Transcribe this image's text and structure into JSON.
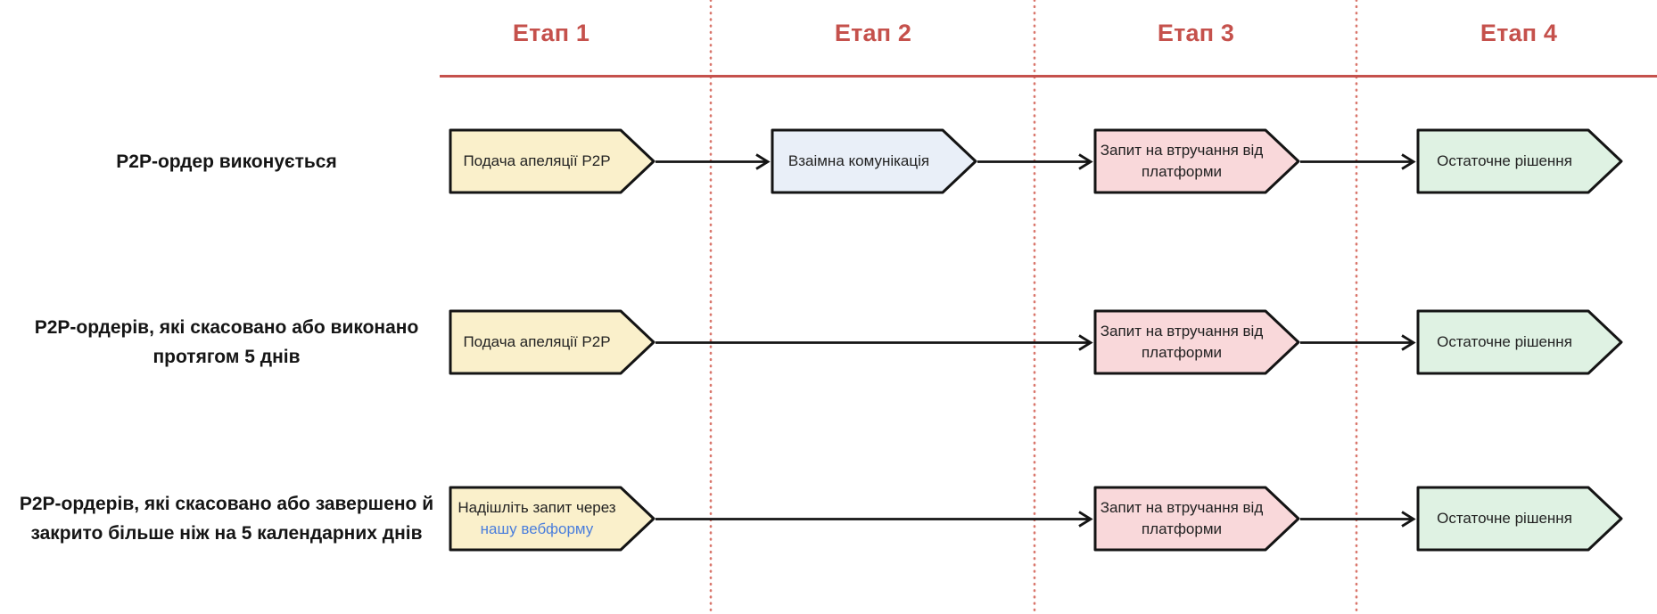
{
  "colors": {
    "stage_red": "#c5514c",
    "divider_red": "#d9766c",
    "yellow_fill": "#faf0cb",
    "blue_fill": "#e9eff8",
    "pink_fill": "#f9d8da",
    "green_fill": "#dff2e3",
    "outline_black": "#141414",
    "link_blue": "#4a7edc",
    "label_black": "#151515",
    "box_text": "#222222"
  },
  "stages": [
    {
      "label": "Етап 1"
    },
    {
      "label": "Етап 2"
    },
    {
      "label": "Етап 3"
    },
    {
      "label": "Етап 4"
    }
  ],
  "rows": [
    {
      "label": [
        "P2P-ордер виконується"
      ],
      "stage1": [
        "Подача апеляції P2P"
      ],
      "stage2": [
        "Взаімна комунікація"
      ],
      "stage3": [
        "Запит на втручання від",
        "платформи"
      ],
      "stage4": [
        "Остаточне рішення"
      ]
    },
    {
      "label": [
        "P2P-ордерів, які скасовано або виконано",
        "протягом 5 днів"
      ],
      "stage1": [
        "Подача апеляції P2P"
      ],
      "stage3": [
        "Запит на втручання від",
        "платформи"
      ],
      "stage4": [
        "Остаточне рішення"
      ]
    },
    {
      "label": [
        "P2P-ордерів, які скасовано або завершено й",
        "закрито більше ніж на 5 календарних днів"
      ],
      "stage1": [
        "Надішліть запит через",
        "нашу вебформу"
      ],
      "stage3": [
        "Запит на втручання від",
        "платформи"
      ],
      "stage4": [
        "Остаточне рішення"
      ]
    }
  ]
}
